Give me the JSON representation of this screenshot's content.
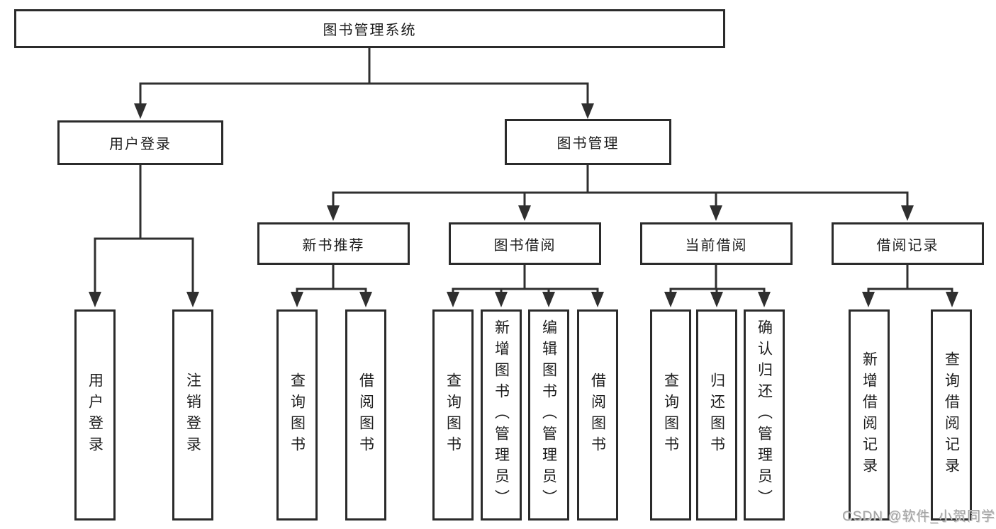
{
  "diagram": {
    "root": {
      "label": "图书管理系统"
    },
    "branches": [
      {
        "label": "用户登录",
        "children": [
          {
            "label": "用户登录"
          },
          {
            "label": "注销登录"
          }
        ]
      },
      {
        "label": "图书管理",
        "children": [
          {
            "label": "新书推荐",
            "children": [
              {
                "label": "查询图书"
              },
              {
                "label": "借阅图书"
              }
            ]
          },
          {
            "label": "图书借阅",
            "children": [
              {
                "label": "查询图书"
              },
              {
                "label": "新增图书（管理员）"
              },
              {
                "label": "编辑图书（管理员）"
              },
              {
                "label": "借阅图书"
              }
            ]
          },
          {
            "label": "当前借阅",
            "children": [
              {
                "label": "查询图书"
              },
              {
                "label": "归还图书"
              },
              {
                "label": "确认归还（管理员）"
              }
            ]
          },
          {
            "label": "借阅记录",
            "children": [
              {
                "label": "新增借阅记录"
              },
              {
                "label": "查询借阅记录"
              }
            ]
          }
        ]
      }
    ]
  },
  "watermark": {
    "text": "CSDN @软件_小贺同学"
  },
  "colors": {
    "line": "#2f2f2f",
    "border": "#2b2b2b",
    "text": "#1c1c1c",
    "watermark": "#a3a3a3",
    "background": "#ffffff"
  }
}
